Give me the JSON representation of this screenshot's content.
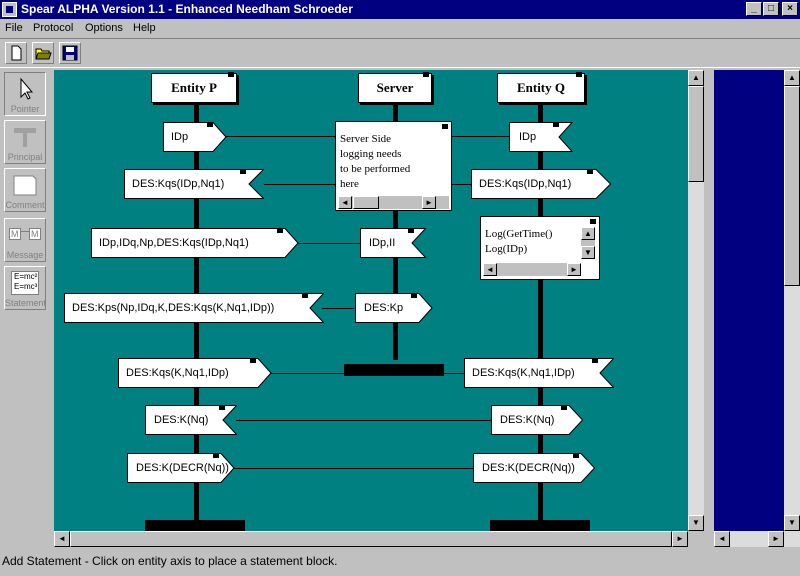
{
  "window": {
    "title": "Spear ALPHA Version 1.1 - Enhanced Needham Schroeder",
    "minimize_glyph": "_",
    "maximize_glyph": "□",
    "close_glyph": "×"
  },
  "menu": [
    "File",
    "Protocol",
    "Options",
    "Help"
  ],
  "toolbar": {
    "new_icon": "new-file-icon",
    "open_icon": "open-folder-icon",
    "save_icon": "save-disk-icon"
  },
  "palette": [
    {
      "label": "Pointer",
      "icon": "pointer-icon"
    },
    {
      "label": "Principal",
      "icon": "principal-icon"
    },
    {
      "label": "Comment",
      "icon": "comment-icon"
    },
    {
      "label": "Message",
      "icon": "message-icon",
      "icon_text_left": "M",
      "icon_text_right": "M"
    },
    {
      "label": "Statement",
      "icon": "statement-icon",
      "icon_line1": "E=mc²",
      "icon_line2": "E=mc³"
    }
  ],
  "entities": [
    {
      "name": "Entity P"
    },
    {
      "name": "Server"
    },
    {
      "name": "Entity Q"
    }
  ],
  "messages": {
    "row1_p": "IDp",
    "row1_q": "IDp",
    "row2_p": "DES:Kqs(IDp,Nq1)",
    "row2_q": "DES:Kqs(IDp,Nq1)",
    "row3_p": "IDp,IDq,Np,DES:Kqs(IDp,Nq1)",
    "row3_s": "IDp,II",
    "row4_p": "DES:Kps(Np,IDq,K,DES:Kqs(K,Nq1,IDp))",
    "row4_s": "DES:Kp",
    "row5_p": "DES:Kqs(K,Nq1,IDp)",
    "row5_q": "DES:Kqs(K,Nq1,IDp)",
    "row6_p": "DES:K(Nq)",
    "row6_q": "DES:K(Nq)",
    "row7_p": "DES:K(DECR(Nq))",
    "row7_q": "DES:K(DECR(Nq))"
  },
  "comments": {
    "server_lines": [
      "Server Side",
      "logging needs",
      "to be performed",
      "here"
    ],
    "q_lines": [
      "Log(GetTime()",
      "Log(IDp)"
    ]
  },
  "status": "Add Statement - Click on entity axis to place a statement block."
}
